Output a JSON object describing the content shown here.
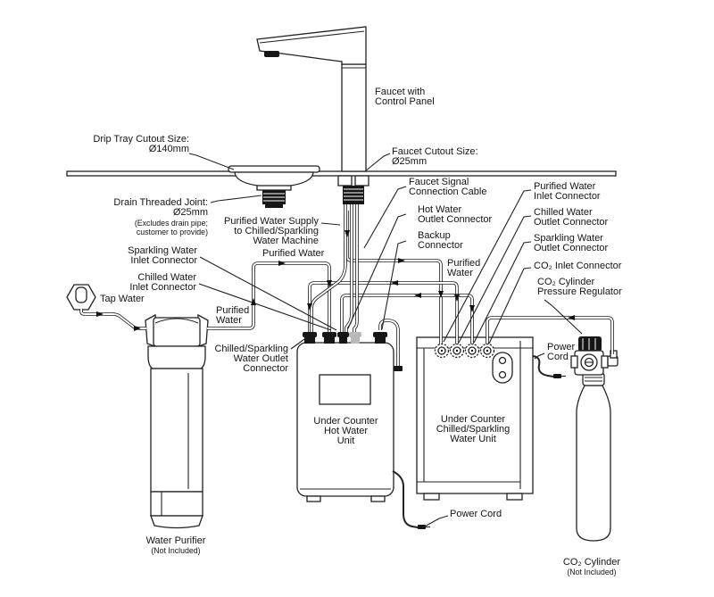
{
  "diagram": {
    "line_color": "#222222",
    "labels": {
      "drip_tray": {
        "lines": [
          "Drip Tray Cutout Size:",
          "Ø140mm"
        ]
      },
      "drain_joint": {
        "lines": [
          "Drain Threaded Joint:",
          "Ø25mm"
        ],
        "note": [
          "(Excludes drain pipe;",
          "customer to provide)"
        ]
      },
      "purified_supply": {
        "lines": [
          "Purified Water Supply",
          "to Chilled/Sparkling",
          "Water Machine"
        ]
      },
      "sparkling_inlet": {
        "lines": [
          "Sparkling Water",
          "Inlet Connector"
        ]
      },
      "chilled_inlet": {
        "lines": [
          "Chilled Water",
          "Inlet Connector"
        ]
      },
      "tap_water": "Tap Water",
      "purified_water_vert": {
        "lines": [
          "Purified",
          "Water"
        ]
      },
      "purified_water_top": "Purified Water",
      "purified_water_right": {
        "lines": [
          "Purified",
          "Water"
        ]
      },
      "chilled_sparkling_outlet": {
        "lines": [
          "Chilled/Sparkling",
          "Water Outlet",
          "Connector"
        ]
      },
      "water_purifier": {
        "lines": [
          "Water Purifier"
        ],
        "note": [
          "(Not Included)"
        ]
      },
      "faucet": {
        "lines": [
          "Faucet with",
          "Control Panel"
        ]
      },
      "faucet_cutout": {
        "lines": [
          "Faucet Cutout Size:",
          "Ø25mm"
        ]
      },
      "faucet_signal": {
        "lines": [
          "Faucet Signal",
          "Connection Cable"
        ]
      },
      "hot_outlet": {
        "lines": [
          "Hot Water",
          "Outlet Connector"
        ]
      },
      "backup": {
        "lines": [
          "Backup",
          "Connector"
        ]
      },
      "purified_inlet": {
        "lines": [
          "Purified Water",
          "Inlet Connector"
        ]
      },
      "chilled_outlet": {
        "lines": [
          "Chilled Water",
          "Outlet Connector"
        ]
      },
      "sparkling_outlet": {
        "lines": [
          "Sparkling Water",
          "Outlet Connector"
        ]
      },
      "co2_inlet": "CO₂ Inlet Connector",
      "co2_regulator": {
        "lines": [
          "CO₂ Cylinder",
          "Pressure Regulator"
        ]
      },
      "power_cord_right": {
        "lines": [
          "Power",
          "Cord"
        ]
      },
      "power_cord_bottom": "Power Cord",
      "hot_unit": {
        "lines": [
          "Under Counter",
          "Hot Water",
          "Unit"
        ]
      },
      "chilled_unit": {
        "lines": [
          "Under Counter",
          "Chilled/Sparkling",
          "Water Unit"
        ]
      },
      "co2_cylinder": {
        "lines": [
          "CO₂ Cylinder"
        ],
        "note": [
          "(Not Included)"
        ]
      }
    }
  }
}
